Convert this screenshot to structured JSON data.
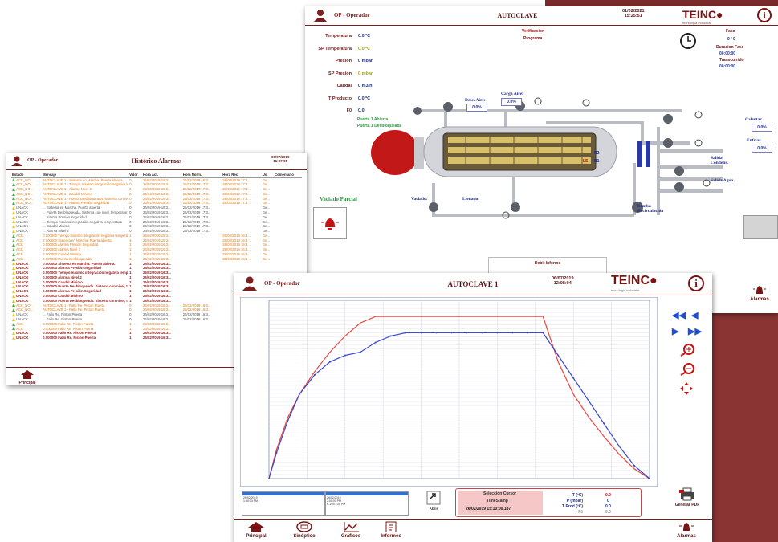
{
  "panelA": {
    "operator": "OP - Operador",
    "title": "AUTOCLAVE",
    "date": "01/02/2021",
    "time": "15:25:51",
    "logo": "TEINC",
    "logo_sub": "tecnologia industrial",
    "params": [
      {
        "label": "Temperatura",
        "value": "0.0 ºC",
        "color": "#1f2e8a"
      },
      {
        "label": "SP Temperatura",
        "value": "0.0 ºC",
        "color": "#a0a020"
      },
      {
        "label": "Presión",
        "value": "0 mbar",
        "color": "#1f2e8a"
      },
      {
        "label": "SP Presión",
        "value": "0 mbar",
        "color": "#a0a020"
      },
      {
        "label": "Caudal",
        "value": "0 m3/h",
        "color": "#1f2e8a"
      },
      {
        "label": "T Producto",
        "value": "0.0 ºC",
        "color": "#1f2e8a"
      },
      {
        "label": "F0",
        "value": "0.0",
        "color": "#1f2e8a"
      }
    ],
    "verification": "Verificacion",
    "program": "Programa",
    "phase_label": "Fase",
    "phase_value": "0 / 0",
    "phase_duration_label": "Duracion Fase",
    "phase_duration_value": "00:00:00",
    "elapsed_label": "Transcurrido",
    "elapsed_value": "00:00:00",
    "door1": "Puerta 1 Abierta",
    "door2": "Puerta 1 Desbloqueada",
    "desc_aire_label": "Desc. Aire:",
    "desc_aire_value": "0.0%",
    "carga_aire_label": "Carga Aire:",
    "carga_aire_value": "0.0%",
    "calentar_label": "Calentar",
    "calentar_value": "0.0%",
    "enfriar_label": "Enfriar",
    "enfriar_value": "0.0%",
    "salida_condens": "Salida Condens.",
    "salida_agua": "Salida Agua",
    "bomba": "Bomba Recirculación",
    "vaciado_label": "Vaciado:",
    "llenado_label": "Llenado:",
    "vaciado_parcial": "Vaciado Parcial",
    "n1": "N1",
    "n2": "N2",
    "sensor": "LS",
    "info_box": "Debit Informe",
    "alarms": "Alarmas"
  },
  "panelB": {
    "operator": "OP - Operador",
    "title": "Histórico Alarmas",
    "date": "06/07/2019",
    "time": "11:07:05",
    "columns": [
      "Estado",
      "Mensaje",
      "Valor",
      "Hora Act.",
      "Hora Norm.",
      "Hora Rec.",
      "Us.",
      "Comentario"
    ],
    "rows": [
      {
        "k": "a",
        "c": [
          "ACK_NO...",
          "AUTOCLAVE 1 - Sistema en Marcha. Puerta abierta.",
          "0",
          "26/02/2019 16:3...",
          "26/02/2019 16:3...",
          "26/02/2019 17:3...",
          "Ge...",
          ""
        ]
      },
      {
        "k": "a",
        "c": [
          "ACK_NO...",
          "AUTOCLAVE 1 - Tiempo maximo integración negativa temper...",
          "0",
          "26/02/2019 16:3...",
          "26/02/2019 17:3...",
          "26/02/2019 17:3...",
          "Ge...",
          ""
        ]
      },
      {
        "k": "a",
        "c": [
          "ACK_NO...",
          "AUTOCLAVE 1 - Alarma Nivel 2",
          "0",
          "26/02/2019 16:3...",
          "26/02/2019 17:3...",
          "26/02/2019 17:3...",
          "Ge...",
          ""
        ]
      },
      {
        "k": "a",
        "c": [
          "ACK_NO...",
          "AUTOCLAVE 1 - Caudal Minimo",
          "0",
          "26/02/2019 16:3...",
          "26/02/2019 17:3...",
          "26/02/2019 17:3...",
          "Ge...",
          ""
        ]
      },
      {
        "k": "a",
        "c": [
          "ACK_NO...",
          "AUTOCLAVE 1 - Puerta Desbloqueada. Sistema con nivel, te...",
          "0",
          "26/02/2019 16:3...",
          "26/02/2019 17:3...",
          "26/02/2019 17:3...",
          "Ge...",
          ""
        ]
      },
      {
        "k": "a",
        "c": [
          "ACK_NO...",
          "AUTOCLAVE 1 - Alarma Presión Seguridad",
          "0",
          "26/02/2019 16:3...",
          "26/02/2019 17:3...",
          "26/02/2019 17:3...",
          "Ge...",
          ""
        ]
      },
      {
        "k": "u",
        "c": [
          "UNACK",
          "... Sistema en Marcha. Puerta abierta.",
          "0",
          "26/02/2019 16:3...",
          "26/02/2019 17:3...",
          "",
          "Ge...",
          ""
        ]
      },
      {
        "k": "u",
        "c": [
          "UNACK",
          "... Puerta Desbloqueada. Sistema con nivel, temperatura, pre...",
          "0",
          "26/02/2019 16:3...",
          "26/02/2019 17:3...",
          "",
          "Ge...",
          ""
        ]
      },
      {
        "k": "u",
        "c": [
          "UNACK",
          "... Alarma Presión Seguridad",
          "0",
          "26/02/2019 16:3...",
          "26/02/2019 17:3...",
          "",
          "Ge...",
          ""
        ]
      },
      {
        "k": "u",
        "c": [
          "UNACK",
          "... Tiempo maximo integración negativa temperatura",
          "0",
          "26/02/2019 16:3...",
          "26/02/2019 17:3...",
          "",
          "Ge...",
          ""
        ]
      },
      {
        "k": "u",
        "c": [
          "UNACK",
          "... Caudal Minimo",
          "0",
          "26/02/2019 16:3...",
          "26/02/2019 17:3...",
          "",
          "Ge...",
          ""
        ]
      },
      {
        "k": "u",
        "c": [
          "UNACK",
          "... Alarma Nivel 2",
          "0",
          "26/02/2019 16:3...",
          "26/02/2019 17:3...",
          "",
          "Ge...",
          ""
        ]
      },
      {
        "k": "a",
        "c": [
          "ACK",
          "0.000000 Tiempo maximo integración negativa temperatura",
          "1",
          "26/02/2019 16:3...",
          "",
          "26/02/2019 16:3...",
          "Ge...",
          ""
        ]
      },
      {
        "k": "a",
        "c": [
          "ACK",
          "0.000000 Sistema en Marcha. Puerta abierta.",
          "1",
          "26/02/2019 16:3...",
          "",
          "26/02/2019 16:3...",
          "Ge...",
          ""
        ]
      },
      {
        "k": "a",
        "c": [
          "ACK",
          "0.000000 Alarma Presión Seguridad",
          "1",
          "26/02/2019 16:3...",
          "",
          "26/02/2019 16:3...",
          "Ge...",
          ""
        ]
      },
      {
        "k": "a",
        "c": [
          "ACK",
          "0.000000 Alarma Nivel 2",
          "1",
          "26/02/2019 16:3...",
          "",
          "26/02/2019 16:3...",
          "Ge...",
          ""
        ]
      },
      {
        "k": "a",
        "c": [
          "ACK",
          "0.000000 Caudal Minimo",
          "1",
          "26/02/2019 16:3...",
          "",
          "26/02/2019 16:3...",
          "Ge...",
          ""
        ]
      },
      {
        "k": "a",
        "c": [
          "ACK",
          "0.000000 Puerta Desbloqueada",
          "1",
          "26/02/2019 16:3...",
          "",
          "26/02/2019 16:3...",
          "Ge...",
          ""
        ]
      },
      {
        "k": "r",
        "c": [
          "UNACK",
          "0.000000 Sistema en Marcha. Puerta abierta.",
          "1",
          "26/02/2019 16:3...",
          "",
          "",
          "",
          ""
        ]
      },
      {
        "k": "r",
        "c": [
          "UNACK",
          "0.000000 Alarma Presión Seguridad",
          "1",
          "26/02/2019 16:3...",
          "",
          "",
          "",
          ""
        ]
      },
      {
        "k": "r",
        "c": [
          "UNACK",
          "0.000000 Tiempo maximo integración negativa temperatura",
          "1",
          "26/02/2019 16:3...",
          "",
          "",
          "",
          ""
        ]
      },
      {
        "k": "r",
        "c": [
          "UNACK",
          "0.000000 Alarma Nivel 2",
          "1",
          "26/02/2019 16:3...",
          "",
          "",
          "",
          ""
        ]
      },
      {
        "k": "r",
        "c": [
          "UNACK",
          "0.000000 Caudal Minimo",
          "1",
          "26/02/2019 16:3...",
          "",
          "",
          "",
          ""
        ]
      },
      {
        "k": "r",
        "c": [
          "UNACK",
          "0.000000 Puerta Desbloqueada. Sistema con nivel, tempera...",
          "1",
          "26/02/2019 16:3...",
          "",
          "",
          "",
          ""
        ]
      },
      {
        "k": "r",
        "c": [
          "UNACK",
          "0.000000 Alarma Presión Seguridad",
          "1",
          "26/02/2019 16:3...",
          "",
          "",
          "",
          ""
        ]
      },
      {
        "k": "r",
        "c": [
          "UNACK",
          "0.000000 Caudal Minimo",
          "1",
          "26/02/2019 16:3...",
          "",
          "",
          "",
          ""
        ]
      },
      {
        "k": "r",
        "c": [
          "UNACK",
          "0.000000 Puerta Desbloqueada. Sistema con nivel, tempera...",
          "1",
          "26/02/2019 16:3...",
          "",
          "",
          "",
          ""
        ]
      },
      {
        "k": "a",
        "c": [
          "ACK_NO...",
          "AUTOCLAVE 1 - Fallo Re. Piston Puerta",
          "0",
          "26/02/2019 16:3...",
          "26/02/2019 16:3...",
          "",
          "",
          ""
        ]
      },
      {
        "k": "a",
        "c": [
          "ACK_NO...",
          "AUTOCLAVE 1 - Fallo Re. Piston Puerta",
          "0",
          "26/02/2019 16:3...",
          "26/02/2019 16:3...",
          "",
          "",
          ""
        ]
      },
      {
        "k": "u",
        "c": [
          "UNACK",
          "... Fallo Re. Piston Puerta",
          "0",
          "26/02/2019 16:3...",
          "26/02/2019 16:3...",
          "",
          "",
          ""
        ]
      },
      {
        "k": "u",
        "c": [
          "UNACK",
          "... Fallo Re. Piston Puerta",
          "0",
          "26/02/2019 16:3...",
          "26/02/2019 16:3...",
          "",
          "",
          ""
        ]
      },
      {
        "k": "a",
        "c": [
          "ACK",
          "0.000000 Fallo Re. Piston Puerta",
          "1",
          "26/02/2019 16:3...",
          "",
          "",
          "",
          ""
        ]
      },
      {
        "k": "a",
        "c": [
          "ACK",
          "0.000000 Fallo Re. Piston Puerta",
          "1",
          "26/02/2019 16:3...",
          "",
          "",
          "",
          ""
        ]
      },
      {
        "k": "r",
        "c": [
          "UNACK",
          "0.000000 Fallo Re. Piston Puerta",
          "1",
          "26/02/2019 16:3...",
          "",
          "",
          "",
          ""
        ]
      },
      {
        "k": "r",
        "c": [
          "UNACK",
          "0.000000 Fallo Re. Piston Puerta",
          "1",
          "26/02/2019 16:3...",
          "",
          "",
          "",
          ""
        ]
      }
    ],
    "nav_principal": "Principal"
  },
  "panelC": {
    "operator": "OP - Operador",
    "title": "AUTOCLAVE 1",
    "date": "06/07/2019",
    "time": "12:08:04",
    "logo": "TEINC",
    "logo_sub": "tecnologia industrial",
    "cursor_title": "Selección Cursor",
    "timestamp_label": "TimeStamp",
    "timestamp_value": "26/02/2019 15:10:00.187",
    "t_label": "T (ºC)",
    "t_value": "0.0",
    "p_label": "P (mbar)",
    "p_value": "0",
    "tprod_label": "T Prod (ºC)",
    "tprod_value": "0.0",
    "f0_label": "F0",
    "f0_value": "0.0",
    "open_label": "Abrir",
    "pdf_label": "Generar PDF",
    "nav": [
      "Principal",
      "Sinóptico",
      "Gráficos",
      "Informes"
    ],
    "alarms": "Alarmas",
    "list1": [
      "26/02/2019",
      "1:30:00 PM"
    ],
    "list2": [
      "26/02/2019",
      "2:00:00 PM",
      "F-150/1:00 PM"
    ]
  },
  "chart_data": {
    "type": "line",
    "x": [
      0,
      2,
      5,
      8,
      12,
      16,
      20,
      24,
      28,
      32,
      36,
      40,
      44,
      48,
      52,
      56,
      60,
      64,
      68,
      72,
      76,
      80,
      84,
      88,
      92,
      96,
      100
    ],
    "series": [
      {
        "color": "#e8453c",
        "values": [
          0,
          18,
          38,
          52,
          66,
          78,
          88,
          96,
          100,
          100,
          100,
          100,
          100,
          100,
          100,
          100,
          100,
          100,
          100,
          100,
          72,
          52,
          38,
          26,
          15,
          6,
          0
        ]
      },
      {
        "color": "#3a4bd0",
        "values": [
          0,
          16,
          36,
          52,
          64,
          72,
          76,
          78,
          84,
          88,
          90,
          90,
          90,
          90,
          90,
          90,
          90,
          90,
          90,
          90,
          76,
          62,
          48,
          34,
          20,
          8,
          0
        ]
      }
    ],
    "xlim": [
      0,
      100
    ],
    "ylim": [
      0,
      110
    ],
    "grid": true
  }
}
